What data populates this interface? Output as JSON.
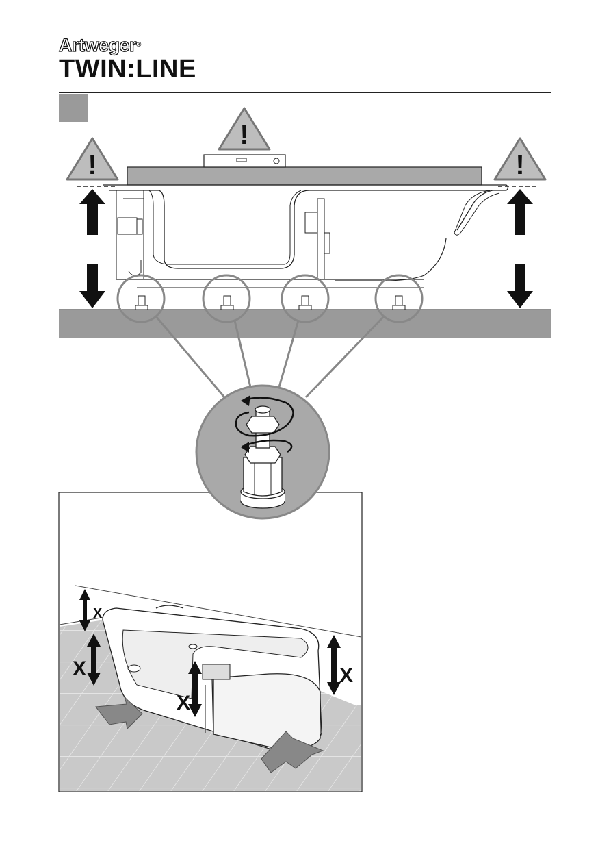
{
  "header": {
    "brand_name": "Artweger",
    "brand_reg_mark": "®",
    "product_name": "TWIN:LINE"
  },
  "illustration": {
    "warning_mark": "!",
    "dimension_label": "X"
  },
  "colors": {
    "floor_gray": "#9a9a9a",
    "panel_gray": "#a9a9a9",
    "line_black": "#111111",
    "background": "#ffffff"
  }
}
